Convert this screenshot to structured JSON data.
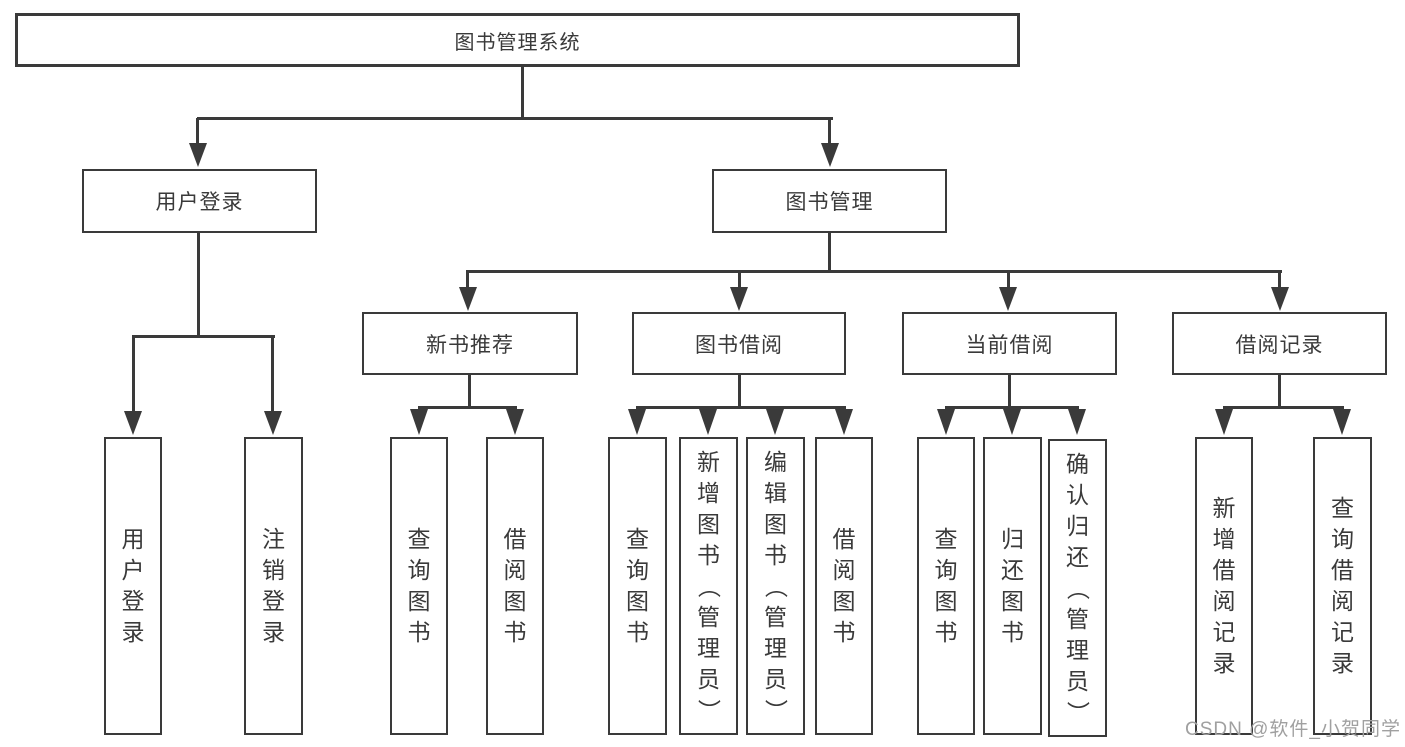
{
  "diagram": {
    "title": "图书管理系统",
    "level2": {
      "user_login": "用户登录",
      "book_management": "图书管理"
    },
    "level3": {
      "new_book_recommendation": "新书推荐",
      "book_borrowing": "图书借阅",
      "current_borrowing": "当前借阅",
      "borrowing_records": "借阅记录"
    },
    "leaves": {
      "login_group": [
        "用户登录",
        "注销登录"
      ],
      "recommendation_group": [
        "查询图书",
        "借阅图书"
      ],
      "borrowing_group": [
        "查询图书",
        "新增图书（管理员）",
        "编辑图书（管理员）",
        "借阅图书"
      ],
      "current_group": [
        "查询图书",
        "归还图书",
        "确认归还（管理员）"
      ],
      "records_group": [
        "新增借阅记录",
        "查询借阅记录"
      ]
    }
  },
  "watermark": "CSDN @软件_小贺同学",
  "colors": {
    "line": "#3a3a3a",
    "text": "#3a3a3a",
    "background": "#ffffff",
    "watermark": "#a0a0a0"
  }
}
